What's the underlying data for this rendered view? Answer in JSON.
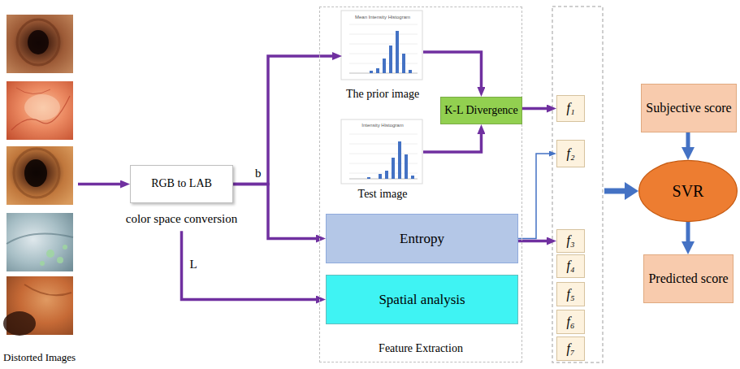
{
  "diagram": {
    "nodes": [
      {
        "text": [
          "Distorted Images"
        ]
      },
      {
        "text": [
          "RGB to LAB",
          "color space conversion"
        ]
      },
      {
        "text": [
          "Feature Extraction"
        ]
      },
      {
        "text": [
          "Mean Intensity Histogram",
          "The prior image"
        ],
        "in": 2
      },
      {
        "text": [
          "Intensity Histogram",
          "Test image"
        ],
        "in": 2
      },
      {
        "text": [
          "K-L Divergence"
        ],
        "in": 2
      },
      {
        "text": [
          "Entropy"
        ],
        "in": 2
      },
      {
        "text": [
          "Spatial analysis"
        ],
        "in": 2
      },
      {
        "text": [
          "f₁"
        ]
      },
      {
        "text": [
          "f₂"
        ]
      },
      {
        "text": [
          "f₃"
        ]
      },
      {
        "text": [
          "f₄"
        ]
      },
      {
        "text": [
          "f₅"
        ]
      },
      {
        "text": [
          "f₆"
        ]
      },
      {
        "text": [
          "f₇"
        ]
      },
      {
        "text": [
          "Subjective score"
        ]
      },
      {
        "text": [
          "SVR"
        ]
      },
      {
        "text": [
          "Predicted score"
        ]
      }
    ],
    "edges": [
      {
        "from": 0,
        "to": 1,
        "arrow": "to"
      },
      {
        "from": 1,
        "to": 3,
        "label": "b",
        "arrow": "to"
      },
      {
        "from": 1,
        "to": 6,
        "arrow": "to"
      },
      {
        "from": 1,
        "to": 7,
        "label": "L",
        "arrow": "to"
      },
      {
        "from": 3,
        "to": 5,
        "arrow": "to"
      },
      {
        "from": 4,
        "to": 5,
        "arrow": "to"
      },
      {
        "from": 5,
        "to": 8,
        "arrow": "to"
      },
      {
        "from": 6,
        "to": 9,
        "arrow": "to"
      },
      {
        "from": 7,
        "to": 10,
        "arrow": "to"
      },
      {
        "from": 15,
        "to": 16,
        "arrow": "to"
      },
      {
        "from": 16,
        "to": 17,
        "arrow": "to"
      }
    ]
  }
}
